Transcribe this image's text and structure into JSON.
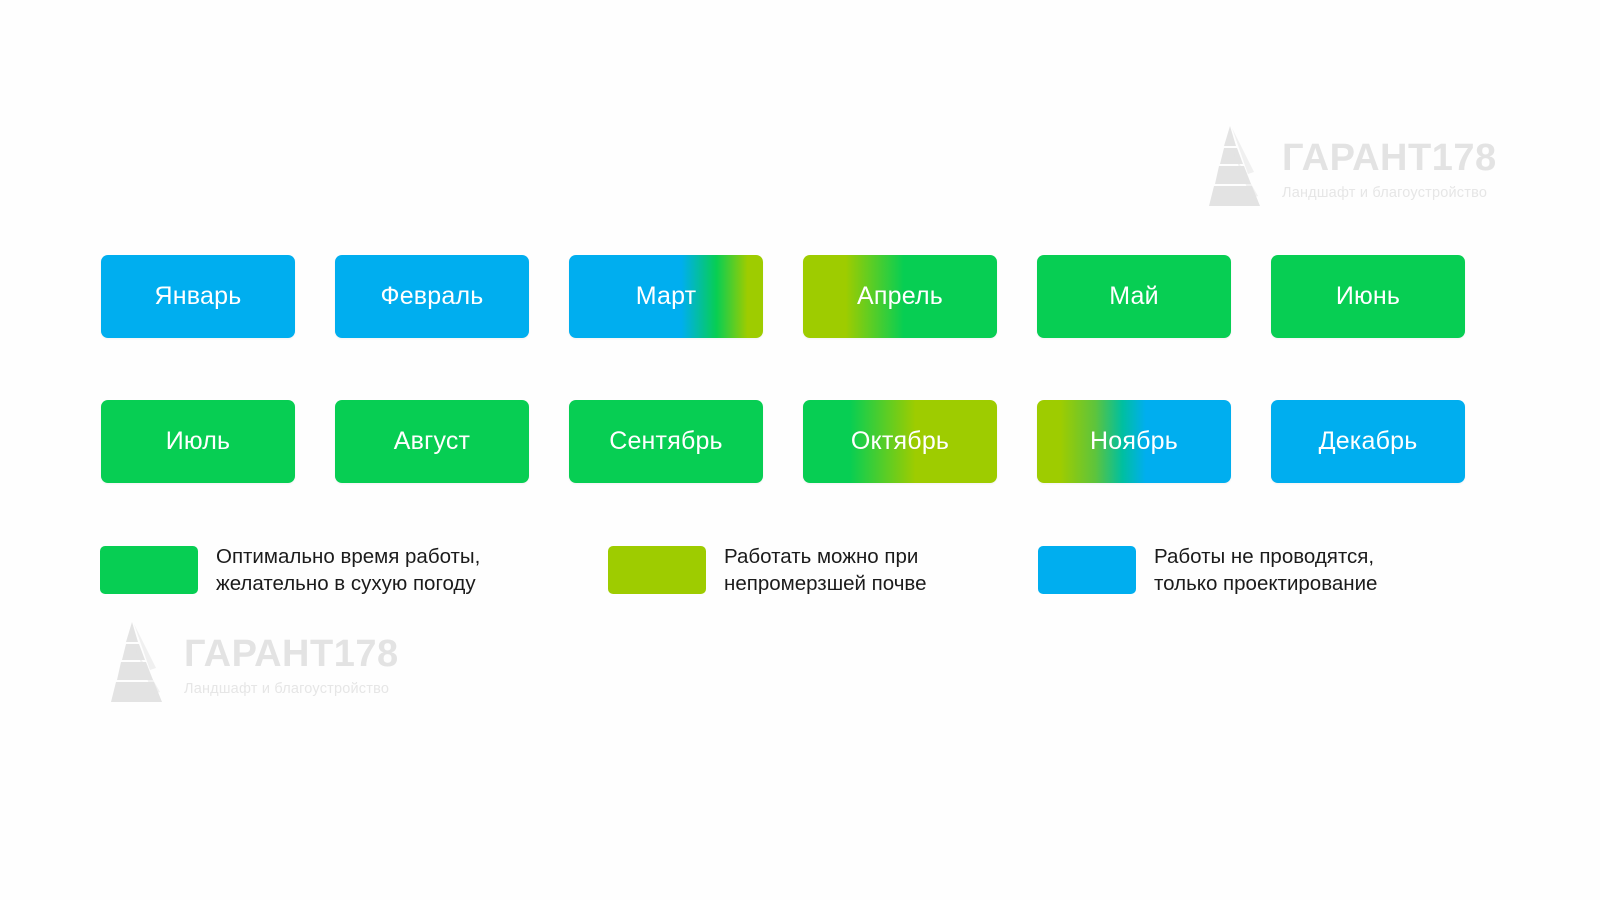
{
  "colors": {
    "blue": "#00aeef",
    "green": "#07ce53",
    "lime": "#9ecc00",
    "background": "#fefefe",
    "tile_text": "#ffffff",
    "legend_text": "#1b1b1b",
    "watermark": "#e3e3e3"
  },
  "watermark": {
    "title": "ГАРАНТ178",
    "subtitle": "Ландшафт и благоустройство",
    "mark_name": "fir-tree-logo"
  },
  "months": [
    {
      "label": "Январь",
      "fill": "blue",
      "status": "no-works"
    },
    {
      "label": "Февраль",
      "fill": "blue",
      "status": "no-works"
    },
    {
      "label": "Март",
      "fill": "blue-lime",
      "status": "no-works-to-unfrozen"
    },
    {
      "label": "Апрель",
      "fill": "lime-green",
      "status": "unfrozen-to-optimal"
    },
    {
      "label": "Май",
      "fill": "green",
      "status": "optimal"
    },
    {
      "label": "Июнь",
      "fill": "green",
      "status": "optimal"
    },
    {
      "label": "Июль",
      "fill": "green",
      "status": "optimal"
    },
    {
      "label": "Август",
      "fill": "green",
      "status": "optimal"
    },
    {
      "label": "Сентябрь",
      "fill": "green",
      "status": "optimal"
    },
    {
      "label": "Октябрь",
      "fill": "green-lime",
      "status": "optimal-to-unfrozen"
    },
    {
      "label": "Ноябрь",
      "fill": "lime-blue",
      "status": "unfrozen-to-no-works"
    },
    {
      "label": "Декабрь",
      "fill": "blue",
      "status": "no-works"
    }
  ],
  "legend": [
    {
      "swatch": "green",
      "label": "Оптимально время работы,\nжелательно в сухую погоду"
    },
    {
      "swatch": "lime",
      "label": "Работать можно при\nнепромерзшей почве"
    },
    {
      "swatch": "blue",
      "label": " Работы не проводятся,\nтолько проектирование"
    }
  ]
}
